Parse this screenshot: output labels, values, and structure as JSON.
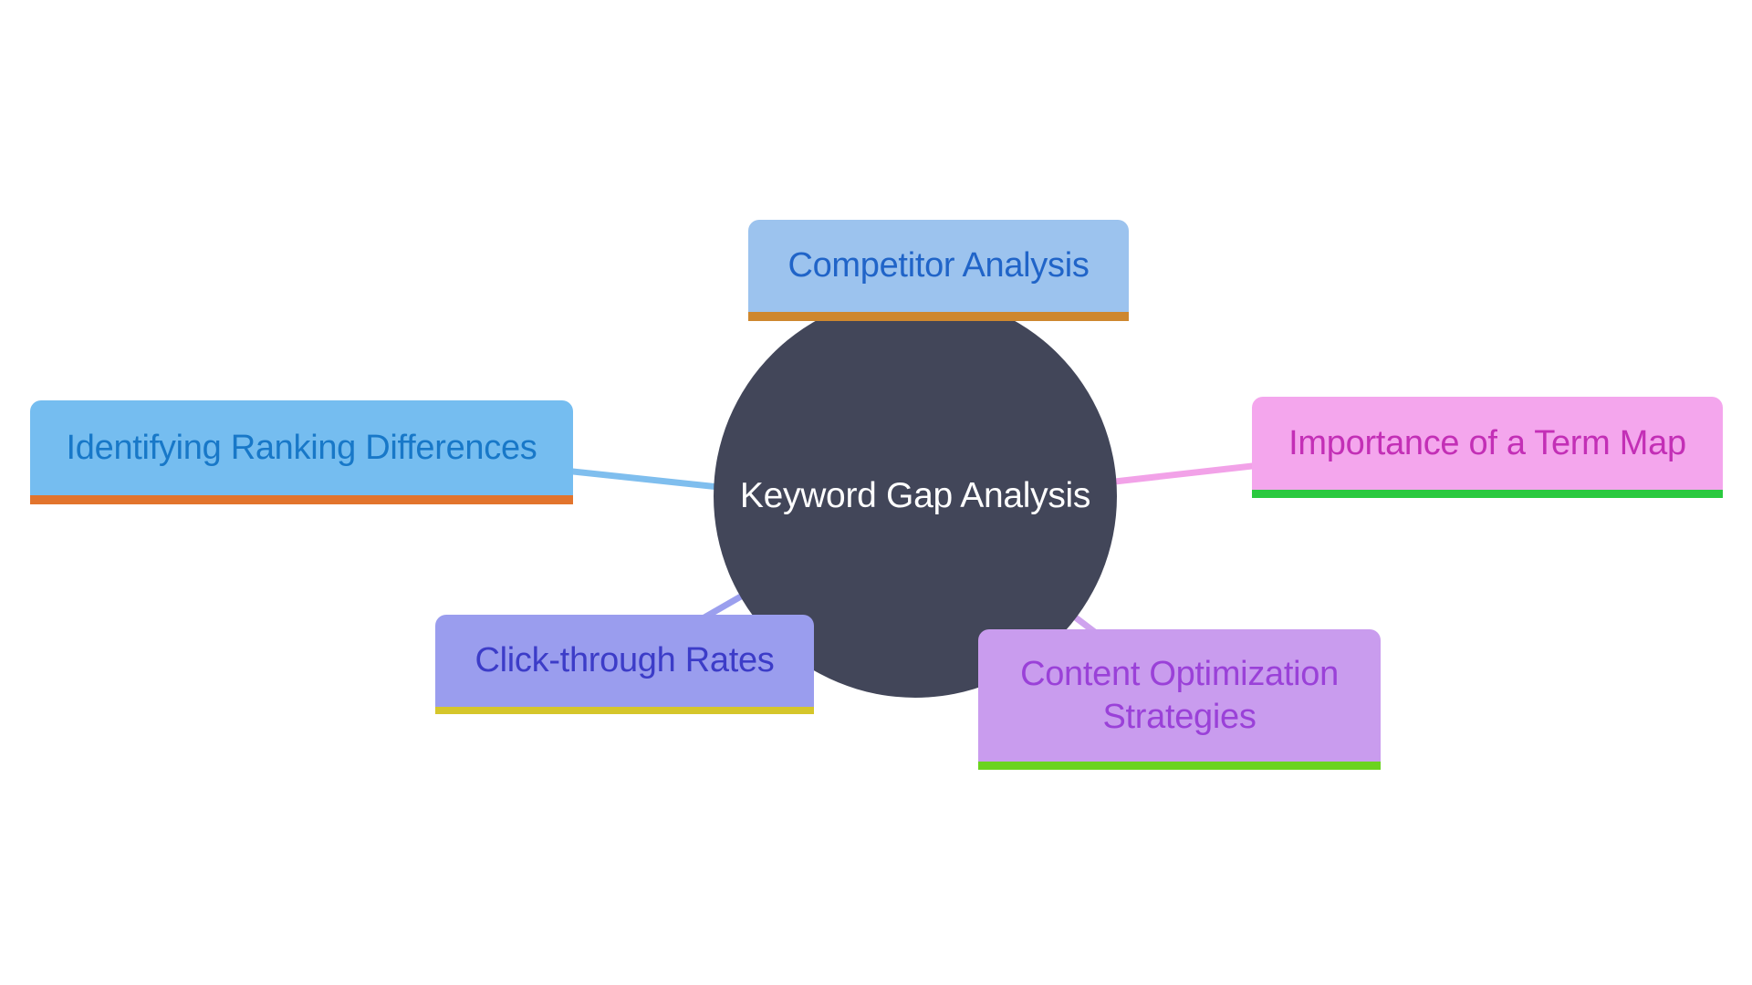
{
  "diagram": {
    "background": "#ffffff",
    "center": {
      "label": "Keyword Gap Analysis",
      "fill": "#424659",
      "text_color": "#ffffff"
    },
    "nodes": [
      {
        "id": "competitor-analysis",
        "label": "Competitor Analysis",
        "fill": "#9cc3ee",
        "text_color": "#2064c8",
        "accent_color": "#ce872e"
      },
      {
        "id": "identifying-ranking-differences",
        "label": "Identifying Ranking Differences",
        "fill": "#75bdf0",
        "text_color": "#1878c8",
        "accent_color": "#e2742d",
        "connector_color": "#7fbeee"
      },
      {
        "id": "importance-of-a-term-map",
        "label": "Importance of a Term Map",
        "fill": "#f4a6ed",
        "text_color": "#c32fb6",
        "accent_color": "#2ac93f",
        "connector_color": "#f2a2e8"
      },
      {
        "id": "click-through-rates",
        "label": "Click-through Rates",
        "fill": "#9a9dee",
        "text_color": "#3c3cc8",
        "accent_color": "#d5c62b",
        "connector_color": "#9b9fee"
      },
      {
        "id": "content-optimization-strategies",
        "label": "Content Optimization Strategies",
        "fill": "#c99cee",
        "text_color": "#9a41d8",
        "accent_color": "#6bd31f",
        "connector_color": "#cfa3ee"
      }
    ]
  }
}
